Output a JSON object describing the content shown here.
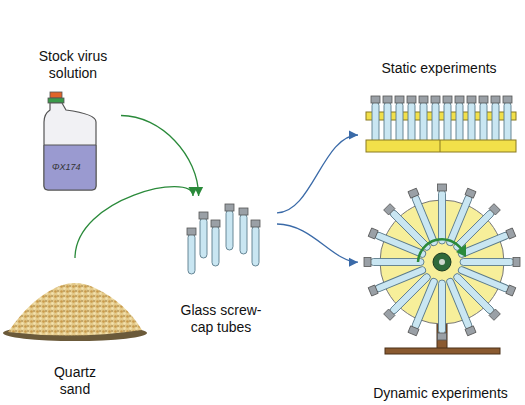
{
  "diagram": {
    "nodes": [
      {
        "text": [
          "Stock virus solution"
        ]
      },
      {
        "text": [
          "Quartz sand"
        ]
      },
      {
        "text": [
          "Glass screw-cap tubes"
        ]
      },
      {
        "text": [
          "Static experiments"
        ]
      },
      {
        "text": [
          "Dynamic experiments"
        ]
      }
    ],
    "edges": [
      {
        "from": 0,
        "to": 2,
        "arrow": "to"
      },
      {
        "from": 1,
        "to": 2,
        "arrow": "to"
      },
      {
        "from": 2,
        "to": 3,
        "arrow": "to"
      },
      {
        "from": 2,
        "to": 4,
        "arrow": "to"
      }
    ],
    "labels": [
      "ΦX174"
    ]
  }
}
